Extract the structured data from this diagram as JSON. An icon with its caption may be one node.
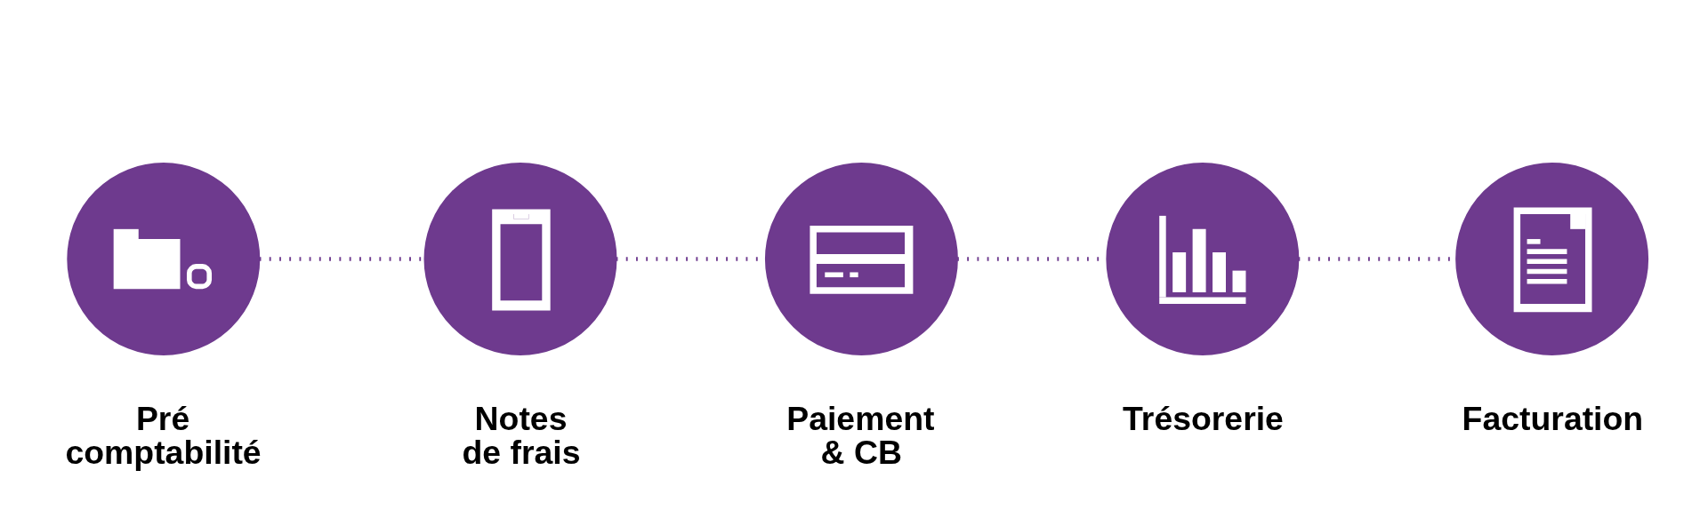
{
  "diagram": {
    "nodes": [
      {
        "text": [
          "Pré comptabilité"
        ]
      },
      {
        "text": [
          "Notes de frais"
        ]
      },
      {
        "text": [
          "Paiement & CB"
        ]
      },
      {
        "text": [
          "Trésorerie"
        ]
      },
      {
        "text": [
          "Facturation"
        ]
      }
    ],
    "edges": [
      {
        "from": 0,
        "to": 1,
        "arrow": "none",
        "style": "dashed"
      },
      {
        "from": 1,
        "to": 2,
        "arrow": "none",
        "style": "dashed"
      },
      {
        "from": 2,
        "to": 3,
        "arrow": "none",
        "style": "dashed"
      },
      {
        "from": 3,
        "to": 4,
        "arrow": "none",
        "style": "dashed"
      }
    ]
  }
}
